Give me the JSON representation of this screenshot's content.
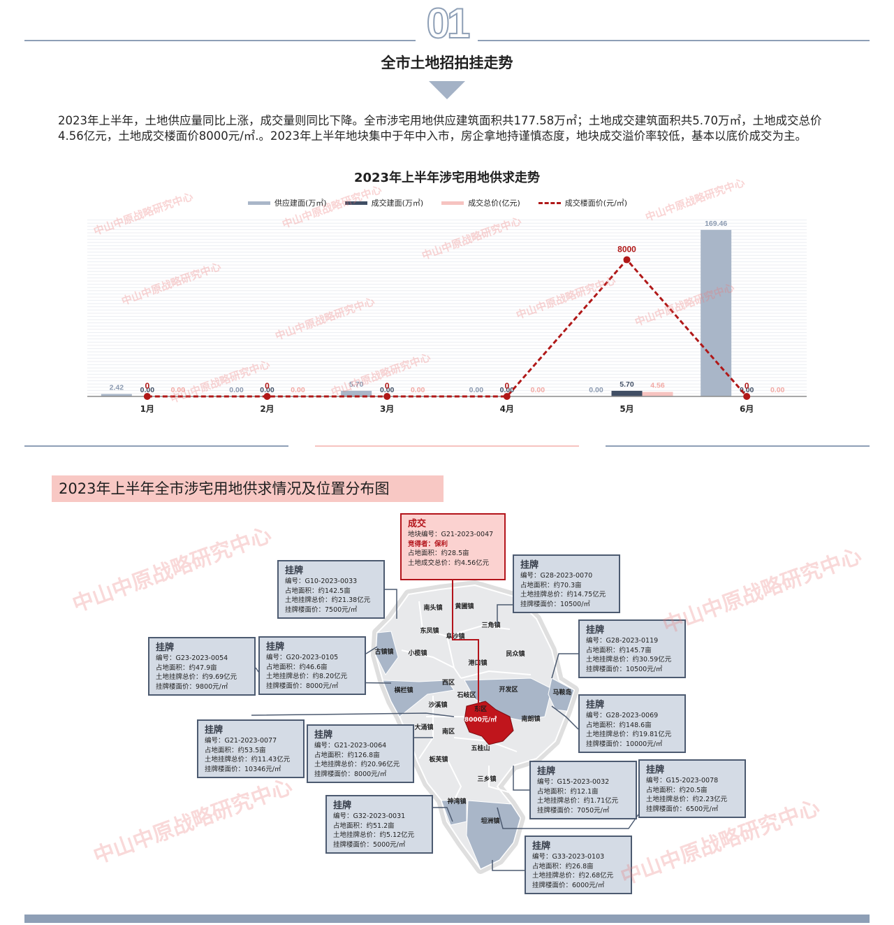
{
  "section": {
    "number": "01",
    "title": "全市土地招拍挂走势",
    "intro": "2023年上半年，土地供应量同比上涨，成交量则同比下降。全市涉宅用地供应建筑面积共177.58万㎡；土地成交建筑面积共5.70万㎡，土地成交总价4.56亿元，土地成交楼面价8000元/㎡.。2023年上半年地块集中于年中入市，房企拿地持谨慎态度，地块成交溢价率较低，基本以底价成交为主。"
  },
  "chart_data": {
    "type": "bar",
    "title": "2023年上半年涉宅用地供求走势",
    "categories": [
      "1月",
      "2月",
      "3月",
      "4月",
      "5月",
      "6月"
    ],
    "series": [
      {
        "name": "供应建面(万㎡)",
        "type": "bar",
        "axis": "left",
        "color": "#a9b6c8",
        "values": [
          2.42,
          0.0,
          5.7,
          0.0,
          0.0,
          169.46
        ],
        "labels": [
          "2.42",
          "0.00",
          "5.70",
          "0.00",
          "0.00",
          "169.46"
        ]
      },
      {
        "name": "成交建面(万㎡)",
        "type": "bar",
        "axis": "left",
        "color": "#404e64",
        "values": [
          0.0,
          0.0,
          0.0,
          0.0,
          5.7,
          0.0
        ],
        "labels": [
          "0.00",
          "0.00",
          "0.00",
          "0.00",
          "5.70",
          "0.00"
        ]
      },
      {
        "name": "成交总价(亿元)",
        "type": "bar",
        "axis": "left",
        "color": "#f6c3c0",
        "values": [
          0.0,
          0.0,
          0.0,
          0.0,
          4.56,
          0.0
        ],
        "labels": [
          "0.00",
          "0.00",
          "0.00",
          "0.00",
          "4.56",
          "0.00"
        ]
      },
      {
        "name": "成交楼面价(元/㎡)",
        "type": "line",
        "axis": "right",
        "color": "#b01818",
        "values": [
          0,
          0,
          0,
          0,
          8000,
          0
        ],
        "labels": [
          "0",
          "0",
          "0",
          "0",
          "8000",
          "0"
        ]
      }
    ],
    "ylim_left": [
      0,
      180
    ],
    "ylim_right": [
      0,
      9000
    ],
    "grid": true,
    "legend_position": "top"
  },
  "map": {
    "heading": "2023年上半年全市涉宅用地供求情况及位置分布图",
    "price_label": "8000元/㎡",
    "districts": [
      "南头镇",
      "黄圃镇",
      "三角镇",
      "东凤镇",
      "阜沙镇",
      "古镇镇",
      "小榄镇",
      "港口镇",
      "民众镇",
      "西区",
      "横栏镇",
      "石岐区",
      "开发区",
      "马鞍岛",
      "沙溪镇",
      "东区",
      "大涌镇",
      "南区",
      "南朗镇",
      "五桂山",
      "板芙镇",
      "三乡镇",
      "神湾镇",
      "坦洲镇"
    ],
    "deal": {
      "title": "成交",
      "lines": [
        "地块编号：G21-2023-0047",
        "竞得者：保利",
        "占地面积：约28.5亩",
        "土地成交总价：约4.56亿元"
      ]
    },
    "listings": [
      {
        "title": "挂牌",
        "lines": [
          "编号：G10-2023-0033",
          "占地面积：约142.5亩",
          "土地挂牌总价：约21.38亿元",
          "挂牌楼面价：7500元/㎡"
        ]
      },
      {
        "title": "挂牌",
        "lines": [
          "编号：G28-2023-0070",
          "占地面积：约70.3亩",
          "土地挂牌总价：约14.75亿元",
          "挂牌楼面价：10500/㎡"
        ]
      },
      {
        "title": "挂牌",
        "lines": [
          "编号：G28-2023-0119",
          "占地面积：约145.7亩",
          "土地挂牌总价：约30.59亿元",
          "挂牌楼面价：10500元/㎡"
        ]
      },
      {
        "title": "挂牌",
        "lines": [
          "编号：G23-2023-0054",
          "占地面积：约47.9亩",
          "土地挂牌总价：约9.69亿元",
          "挂牌楼面价：9800元/㎡"
        ]
      },
      {
        "title": "挂牌",
        "lines": [
          "编号：G20-2023-0105",
          "占地面积：约46.6亩",
          "土地挂牌总价：约8.20亿元",
          "挂牌楼面价：8000元/㎡"
        ]
      },
      {
        "title": "挂牌",
        "lines": [
          "编号：G28-2023-0069",
          "占地面积：约148.6亩",
          "土地挂牌总价：约19.81亿元",
          "挂牌楼面价：10000元/㎡"
        ]
      },
      {
        "title": "挂牌",
        "lines": [
          "编号：G21-2023-0077",
          "占地面积：约53.5亩",
          "土地挂牌总价：约11.43亿元",
          "挂牌楼面价：10346元/㎡"
        ]
      },
      {
        "title": "挂牌",
        "lines": [
          "编号：G21-2023-0064",
          "占地面积：约126.8亩",
          "土地挂牌总价：约20.96亿元",
          "挂牌楼面价：8000元/㎡"
        ]
      },
      {
        "title": "挂牌",
        "lines": [
          "编号：G15-2023-0032",
          "占地面积：约12.1亩",
          "土地挂牌总价：约1.71亿元",
          "挂牌楼面价：7050元/㎡"
        ]
      },
      {
        "title": "挂牌",
        "lines": [
          "编号：G15-2023-0078",
          "占地面积：约20.5亩",
          "土地挂牌总价：约2.23亿元",
          "挂牌楼面价：6500元/㎡"
        ]
      },
      {
        "title": "挂牌",
        "lines": [
          "编号：G32-2023-0031",
          "占地面积：约51.2亩",
          "土地挂牌总价：约5.12亿元",
          "挂牌楼面价：5000元/㎡"
        ]
      },
      {
        "title": "挂牌",
        "lines": [
          "编号：G33-2023-0103",
          "占地面积：约26.8亩",
          "土地挂牌总价：约2.68亿元",
          "挂牌楼面价：6000元/㎡"
        ]
      }
    ]
  },
  "watermark": "中山中原战略研究中心",
  "colors": {
    "accent_blue_gray": "#8e9fb6",
    "supply_bar": "#a9b6c8",
    "deal_bar": "#404e64",
    "price_bar": "#f6c3c0",
    "line_red": "#b01818",
    "heading_pink": "#f8c8c4"
  }
}
